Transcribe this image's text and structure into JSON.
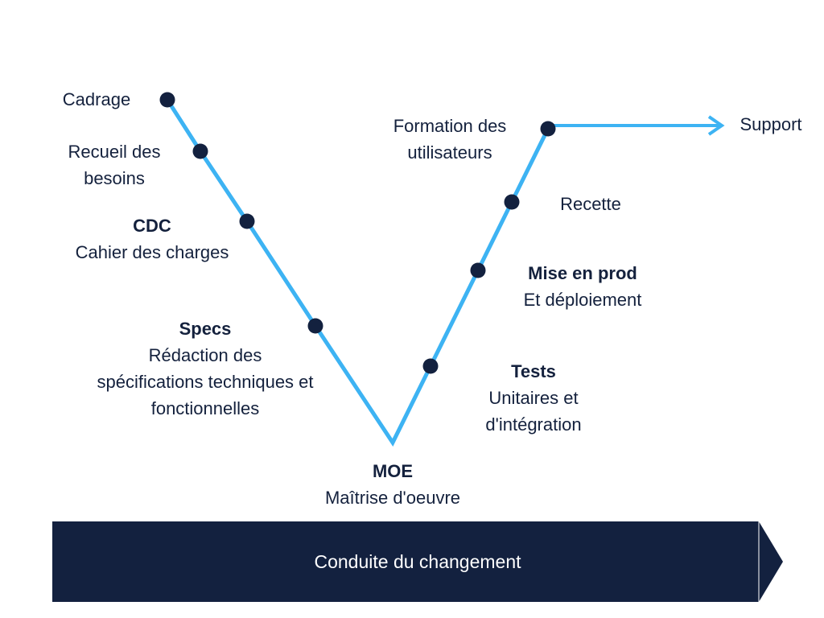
{
  "colors": {
    "line": "#3db3f3",
    "dot": "#13213f",
    "text": "#14213d",
    "banner_fill": "#13213f",
    "banner_text": "#ffffff"
  },
  "left_branch": {
    "cadrage": "Cadrage",
    "recueil": "Recueil des\nbesoins",
    "cdc": {
      "title": "CDC",
      "desc": "Cahier des charges"
    },
    "specs": {
      "title": "Specs",
      "desc": "Rédaction des\nspécifications techniques et\nfonctionnelles"
    }
  },
  "bottom": {
    "moe": {
      "title": "MOE",
      "desc": "Maîtrise d'oeuvre"
    }
  },
  "right_branch": {
    "tests": {
      "title": "Tests",
      "desc": "Unitaires et\nd'intégration"
    },
    "mise_en_prod": {
      "title": "Mise en prod",
      "desc": "Et déploiement"
    },
    "recette": "Recette",
    "formation": "Formation des\nutilisateurs",
    "support": "Support"
  },
  "banner": {
    "label": "Conduite du changement"
  }
}
